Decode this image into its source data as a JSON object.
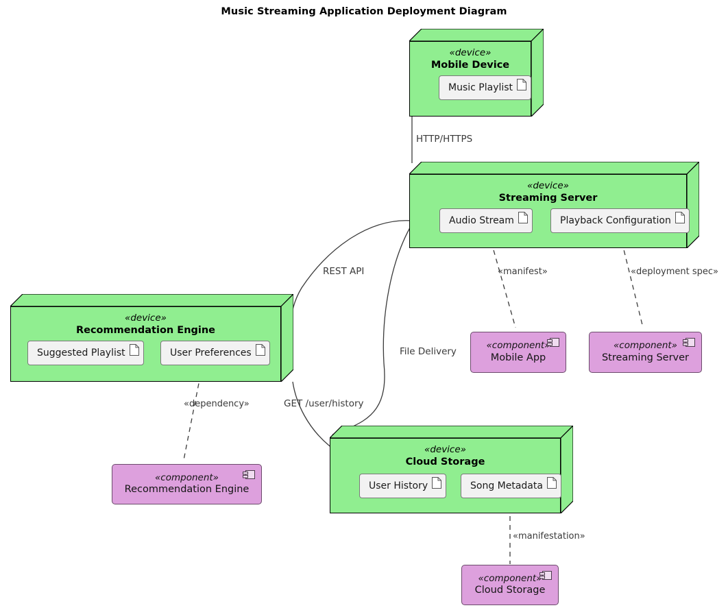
{
  "diagram": {
    "title": "Music Streaming Application Deployment Diagram",
    "type": "uml-deployment-diagram",
    "colors": {
      "device_fill": "#90ee90",
      "component_fill": "#dda0dd",
      "artifact_fill": "#f2f2f2",
      "outline": "#000000",
      "edge": "#3a3a3a"
    }
  },
  "devices": [
    {
      "id": "mobile-device",
      "stereotype": "«device»",
      "name": "Mobile Device",
      "artifacts": [
        {
          "id": "music-playlist",
          "label": "Music Playlist",
          "icon": "artifact-document-icon"
        }
      ]
    },
    {
      "id": "streaming-server",
      "stereotype": "«device»",
      "name": "Streaming Server",
      "artifacts": [
        {
          "id": "audio-stream",
          "label": "Audio Stream",
          "icon": "artifact-document-icon"
        },
        {
          "id": "playback-configuration",
          "label": "Playback Configuration",
          "icon": "artifact-document-icon"
        }
      ]
    },
    {
      "id": "recommendation-engine",
      "stereotype": "«device»",
      "name": "Recommendation Engine",
      "artifacts": [
        {
          "id": "suggested-playlist",
          "label": "Suggested Playlist",
          "icon": "artifact-document-icon"
        },
        {
          "id": "user-preferences",
          "label": "User Preferences",
          "icon": "artifact-document-icon"
        }
      ]
    },
    {
      "id": "cloud-storage",
      "stereotype": "«device»",
      "name": "Cloud Storage",
      "artifacts": [
        {
          "id": "user-history",
          "label": "User History",
          "icon": "artifact-document-icon"
        },
        {
          "id": "song-metadata",
          "label": "Song Metadata",
          "icon": "artifact-document-icon"
        }
      ]
    }
  ],
  "components": [
    {
      "id": "mobile-app",
      "stereotype": "«component»",
      "name": "Mobile App",
      "icon": "component-icon"
    },
    {
      "id": "streaming-server-component",
      "stereotype": "«component»",
      "name": "Streaming Server",
      "icon": "component-icon"
    },
    {
      "id": "recommendation-engine-component",
      "stereotype": "«component»",
      "name": "Recommendation Engine",
      "icon": "component-icon"
    },
    {
      "id": "cloud-storage-component",
      "stereotype": "«component»",
      "name": "Cloud Storage",
      "icon": "component-icon"
    }
  ],
  "connections": [
    {
      "id": "http-https",
      "label": "HTTP/HTTPS",
      "from": "mobile-device",
      "to": "streaming-server",
      "style": "solid"
    },
    {
      "id": "rest-api",
      "label": "REST API",
      "from": "recommendation-engine",
      "to": "streaming-server",
      "style": "solid"
    },
    {
      "id": "file-delivery",
      "label": "File Delivery",
      "from": "streaming-server",
      "to": "cloud-storage",
      "style": "solid"
    },
    {
      "id": "get-user-history",
      "label": "GET /user/history",
      "from": "recommendation-engine",
      "to": "cloud-storage",
      "style": "solid"
    }
  ],
  "dependencies": [
    {
      "id": "dep-manifest",
      "label": "«manifest»",
      "from": "audio-stream",
      "to": "mobile-app",
      "style": "dashed-arrow"
    },
    {
      "id": "dep-deployment-spec",
      "label": "«deployment spec»",
      "from": "playback-configuration",
      "to": "streaming-server-component",
      "style": "dashed-arrow"
    },
    {
      "id": "dep-dependency",
      "label": "«dependency»",
      "from": "user-preferences",
      "to": "recommendation-engine-component",
      "style": "dashed-arrow"
    },
    {
      "id": "dep-manifestation",
      "label": "«manifestation»",
      "from": "song-metadata",
      "to": "cloud-storage-component",
      "style": "dashed-arrow"
    }
  ]
}
